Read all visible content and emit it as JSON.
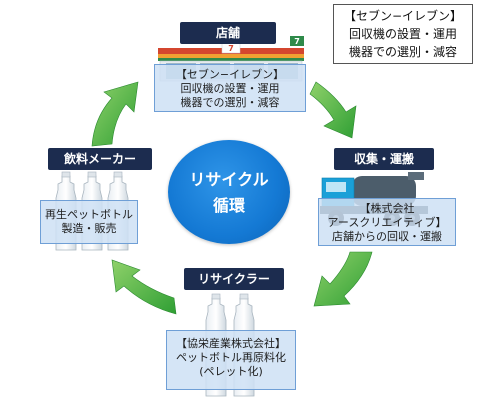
{
  "callout": {
    "line1": "【セブン−イレブン】",
    "line2": "回収機の設置・運用",
    "line3": "機器での選別・減容"
  },
  "center": {
    "line1": "リサイクル",
    "line2": "循環"
  },
  "nodes": {
    "store": {
      "tag": "店舗",
      "line1": "【セブン−イレブン】",
      "line2": "回収機の設置・運用",
      "line3": "機器での選別・減容"
    },
    "collection": {
      "tag": "収集・運搬",
      "line1": "【株式会社",
      "line2": "アースクリエイティブ】",
      "line3": "店舗からの回収・運搬"
    },
    "recycler": {
      "tag": "リサイクラー",
      "line1": "【協栄産業株式会社】",
      "line2": "ペットボトル再原料化",
      "line3": "(ペレット化)"
    },
    "maker": {
      "tag": "飲料メーカー",
      "line1": "再生ペットボトル",
      "line2": "製造・販売"
    }
  },
  "colors": {
    "tag_bg": "#1c2c4f",
    "arrow_green": "#3fae3a",
    "circle_blue": "#1479d4",
    "info_bg": "#cee0f5"
  }
}
